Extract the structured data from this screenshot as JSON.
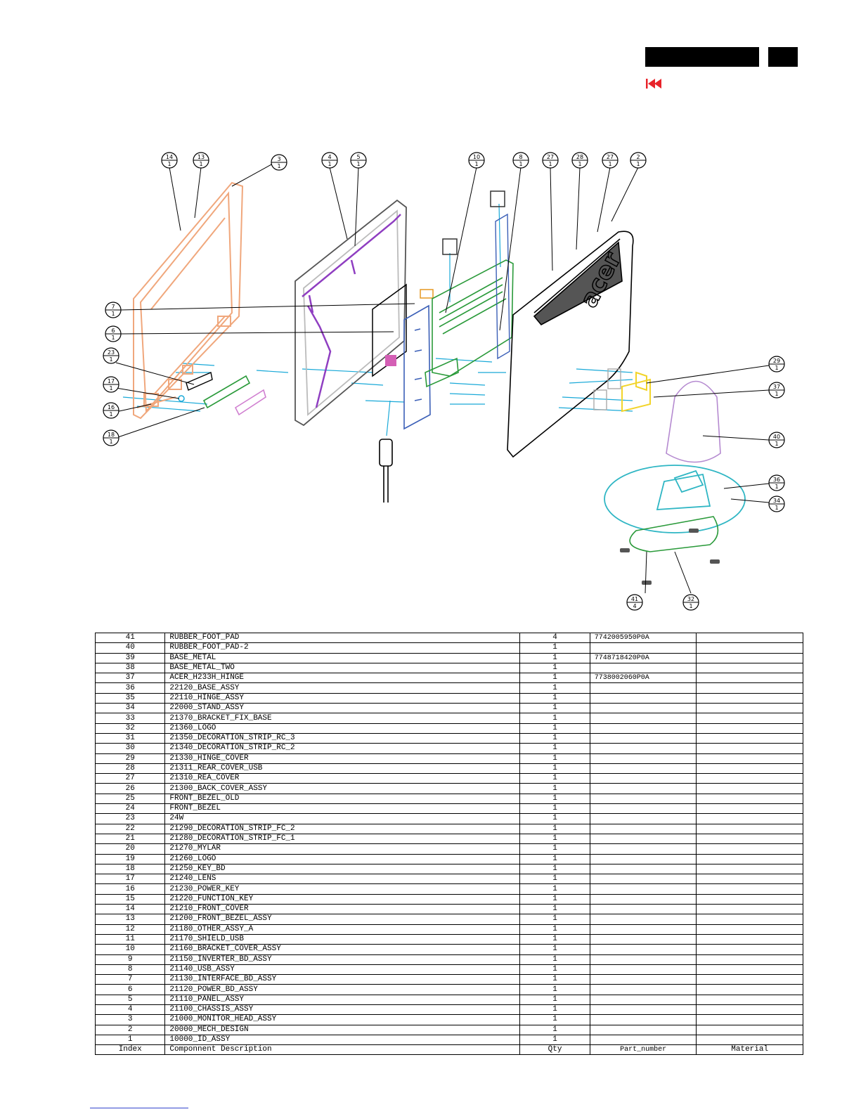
{
  "header": {
    "nav_icon": "rewind-icon"
  },
  "diagram": {
    "brand_mark": "acer",
    "callouts": [
      {
        "id": "c14",
        "num": "14",
        "qty": "1"
      },
      {
        "id": "c13",
        "num": "13",
        "qty": "1"
      },
      {
        "id": "c3",
        "num": "3",
        "qty": "1"
      },
      {
        "id": "c4",
        "num": "4",
        "qty": "1"
      },
      {
        "id": "c5",
        "num": "5",
        "qty": "1"
      },
      {
        "id": "c10",
        "num": "10",
        "qty": "1"
      },
      {
        "id": "c8",
        "num": "8",
        "qty": "1"
      },
      {
        "id": "c27a",
        "num": "27",
        "qty": "1"
      },
      {
        "id": "c28",
        "num": "28",
        "qty": "1"
      },
      {
        "id": "c27b",
        "num": "27",
        "qty": "1"
      },
      {
        "id": "c2",
        "num": "2",
        "qty": "1"
      },
      {
        "id": "c7",
        "num": "7",
        "qty": "1"
      },
      {
        "id": "c6",
        "num": "6",
        "qty": "1"
      },
      {
        "id": "c23",
        "num": "23",
        "qty": "1"
      },
      {
        "id": "c17",
        "num": "17",
        "qty": "1"
      },
      {
        "id": "c16",
        "num": "16",
        "qty": "1"
      },
      {
        "id": "c18",
        "num": "18",
        "qty": "1"
      },
      {
        "id": "c29",
        "num": "29",
        "qty": "1"
      },
      {
        "id": "c37",
        "num": "37",
        "qty": "1"
      },
      {
        "id": "c40",
        "num": "40",
        "qty": "1"
      },
      {
        "id": "c36",
        "num": "36",
        "qty": "1"
      },
      {
        "id": "c34",
        "num": "34",
        "qty": "1"
      },
      {
        "id": "c41",
        "num": "41",
        "qty": "4"
      },
      {
        "id": "c32",
        "num": "32",
        "qty": "1"
      }
    ]
  },
  "bom": {
    "headers": [
      "Index",
      "Componnent Description",
      "Qty",
      "Part_number",
      "Material"
    ],
    "rows": [
      [
        "41",
        "RUBBER_FOOT_PAD",
        "4",
        "7742005950P0A",
        ""
      ],
      [
        "40",
        "RUBBER_FOOT_PAD-2",
        "1",
        "",
        ""
      ],
      [
        "39",
        "BASE_METAL",
        "1",
        "7748718420P0A",
        ""
      ],
      [
        "38",
        "BASE_METAL_TWO",
        "1",
        "",
        ""
      ],
      [
        "37",
        "ACER_H233H_HINGE",
        "1",
        "7738002060P0A",
        ""
      ],
      [
        "36",
        "22120_BASE_ASSY",
        "1",
        "",
        ""
      ],
      [
        "35",
        "22110_HINGE_ASSY",
        "1",
        "",
        ""
      ],
      [
        "34",
        "22000_STAND_ASSY",
        "1",
        "",
        ""
      ],
      [
        "33",
        "21370_BRACKET_FIX_BASE",
        "1",
        "",
        ""
      ],
      [
        "32",
        "21360_LOGO",
        "1",
        "",
        ""
      ],
      [
        "31",
        "21350_DECORATION_STRIP_RC_3",
        "1",
        "",
        ""
      ],
      [
        "30",
        "21340_DECORATION_STRIP_RC_2",
        "1",
        "",
        ""
      ],
      [
        "29",
        "21330_HINGE_COVER",
        "1",
        "",
        ""
      ],
      [
        "28",
        "21311_REAR_COVER_USB",
        "1",
        "",
        ""
      ],
      [
        "27",
        "21310_REA_COVER",
        "1",
        "",
        ""
      ],
      [
        "26",
        "21300_BACK_COVER_ASSY",
        "1",
        "",
        ""
      ],
      [
        "25",
        "FRONT_BEZEL_OLD",
        "1",
        "",
        ""
      ],
      [
        "24",
        "FRONT_BEZEL",
        "1",
        "",
        ""
      ],
      [
        "23",
        "24W",
        "1",
        "",
        ""
      ],
      [
        "22",
        "21290_DECORATION_STRIP_FC_2",
        "1",
        "",
        ""
      ],
      [
        "21",
        "21280_DECORATION_STRIP_FC_1",
        "1",
        "",
        ""
      ],
      [
        "20",
        "21270_MYLAR",
        "1",
        "",
        ""
      ],
      [
        "19",
        "21260_LOGO",
        "1",
        "",
        ""
      ],
      [
        "18",
        "21250_KEY_BD",
        "1",
        "",
        ""
      ],
      [
        "17",
        "21240_LENS",
        "1",
        "",
        ""
      ],
      [
        "16",
        "21230_POWER_KEY",
        "1",
        "",
        ""
      ],
      [
        "15",
        "21220_FUNCTION_KEY",
        "1",
        "",
        ""
      ],
      [
        "14",
        "21210_FRONT_COVER",
        "1",
        "",
        ""
      ],
      [
        "13",
        "21200_FRONT_BEZEL_ASSY",
        "1",
        "",
        ""
      ],
      [
        "12",
        "21180_OTHER_ASSY_A",
        "1",
        "",
        ""
      ],
      [
        "11",
        "21170_SHIELD_USB",
        "1",
        "",
        ""
      ],
      [
        "10",
        "21160_BRACKET_COVER_ASSY",
        "1",
        "",
        ""
      ],
      [
        "9",
        "21150_INVERTER_BD_ASSY",
        "1",
        "",
        ""
      ],
      [
        "8",
        "21140_USB_ASSY",
        "1",
        "",
        ""
      ],
      [
        "7",
        "21130_INTERFACE_BD_ASSY",
        "1",
        "",
        ""
      ],
      [
        "6",
        "21120_POWER_BD_ASSY",
        "1",
        "",
        ""
      ],
      [
        "5",
        "21110_PANEL_ASSY",
        "1",
        "",
        ""
      ],
      [
        "4",
        "21100_CHASSIS_ASSY",
        "1",
        "",
        ""
      ],
      [
        "3",
        "21000_MONITOR_HEAD_ASSY",
        "1",
        "",
        ""
      ],
      [
        "2",
        "20000_MECH_DESIGN",
        "1",
        "",
        ""
      ],
      [
        "1",
        "10000_ID_ASSY",
        "1",
        "",
        ""
      ]
    ]
  }
}
